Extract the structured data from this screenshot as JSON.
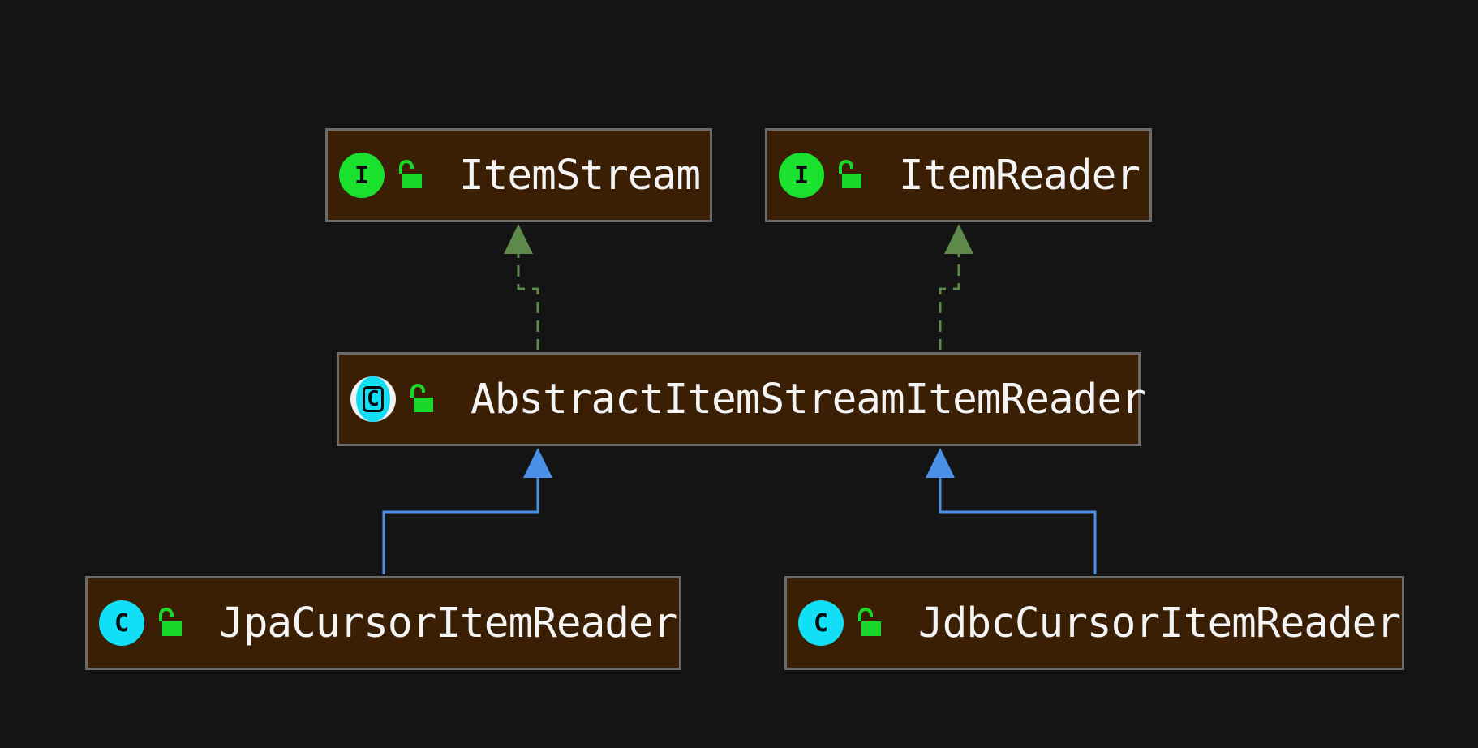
{
  "diagram": {
    "nodes": [
      {
        "id": "item-stream",
        "name": "ItemStream",
        "kind": "interface",
        "kind_letter": "I",
        "visibility_icon": "unlocked-padlock-icon"
      },
      {
        "id": "item-reader",
        "name": "ItemReader",
        "kind": "interface",
        "kind_letter": "I",
        "visibility_icon": "unlocked-padlock-icon"
      },
      {
        "id": "abstract-item-stream-item-reader",
        "name": "AbstractItemStreamItemReader",
        "kind": "abstract-class",
        "kind_letter": "C",
        "visibility_icon": "unlocked-padlock-icon"
      },
      {
        "id": "jpa-cursor-item-reader",
        "name": "JpaCursorItemReader",
        "kind": "class",
        "kind_letter": "C",
        "visibility_icon": "unlocked-padlock-icon"
      },
      {
        "id": "jdbc-cursor-item-reader",
        "name": "JdbcCursorItemReader",
        "kind": "class",
        "kind_letter": "C",
        "visibility_icon": "unlocked-padlock-icon"
      }
    ],
    "edges": [
      {
        "from": "abstract-item-stream-item-reader",
        "to": "item-stream",
        "relation": "implements",
        "style": "dashed"
      },
      {
        "from": "abstract-item-stream-item-reader",
        "to": "item-reader",
        "relation": "implements",
        "style": "dashed"
      },
      {
        "from": "jpa-cursor-item-reader",
        "to": "abstract-item-stream-item-reader",
        "relation": "extends",
        "style": "solid"
      },
      {
        "from": "jdbc-cursor-item-reader",
        "to": "abstract-item-stream-item-reader",
        "relation": "extends",
        "style": "solid"
      }
    ]
  },
  "colors": {
    "background": "#141414",
    "node_fill": "#3a1f05",
    "node_border": "#6b6b6b",
    "interface_badge": "#19e12d",
    "class_badge": "#12def5",
    "implements_edge": "#5d8a4b",
    "extends_edge": "#4a8fe8",
    "padlock": "#19d82c"
  }
}
